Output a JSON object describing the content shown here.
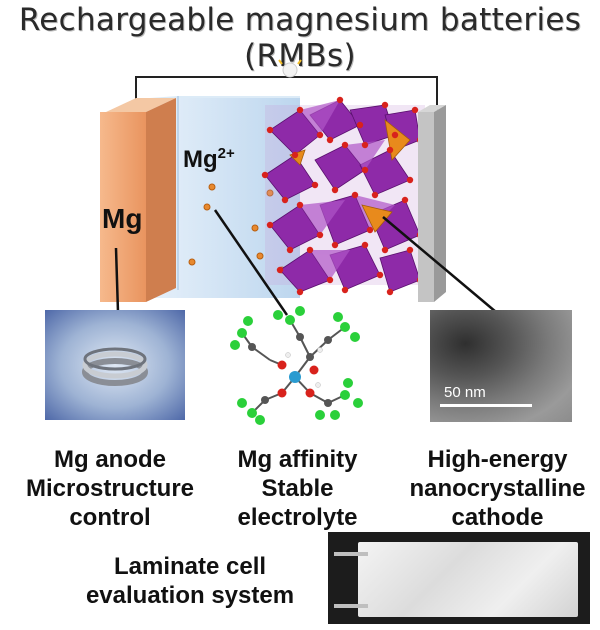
{
  "title": {
    "line1": "Rechargeable magnesium batteries",
    "line2": "(RMBs)"
  },
  "diagram": {
    "anode_label": "Mg",
    "ion_label": "Mg",
    "ion_charge": "2+"
  },
  "panels": [
    {
      "caption_line1": "Mg anode",
      "caption_line2": "Microstructure",
      "caption_line3": "control"
    },
    {
      "caption_line1": "Mg affinity",
      "caption_line2": "Stable",
      "caption_line3": "electrolyte"
    },
    {
      "caption_line1": "High-energy",
      "caption_line2": "nanocrystalline",
      "caption_line3": "cathode",
      "scale_bar": "50 nm"
    }
  ],
  "bottom": {
    "caption_line1": "Laminate cell",
    "caption_line2": "evaluation system"
  },
  "colors": {
    "anode": "#f0a878",
    "electrolyte": "#cfe3f5",
    "cathode_oct": "#8e2aa8",
    "cathode_tet": "#e88a1c",
    "oxygen": "#d8221c",
    "collector": "#b8b8b8"
  }
}
